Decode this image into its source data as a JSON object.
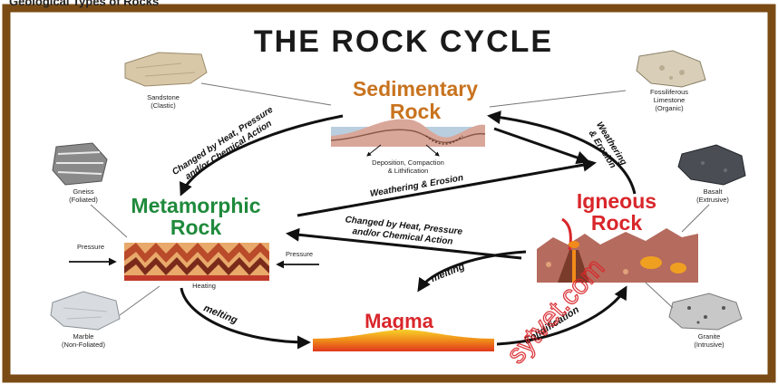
{
  "header_partial": "Geological Types of Rocks",
  "title": "THE ROCK CYCLE",
  "nodes": {
    "sedimentary": {
      "line1": "Sedimentary",
      "line2": "Rock",
      "color": "#c8731e"
    },
    "metamorphic": {
      "line1": "Metamorphic",
      "line2": "Rock",
      "color": "#1f8a3c"
    },
    "igneous": {
      "line1": "Igneous",
      "line2": "Rock",
      "color": "#d9262b"
    },
    "magma": {
      "label": "Magma",
      "color": "#d9262b"
    }
  },
  "processes": {
    "sed_caption_1": "Deposition, Compaction",
    "sed_caption_2": "& Lithification",
    "to_meta_1": "Changed by Heat, Pressure",
    "to_meta_2": "and/or Chemical Action",
    "weathering_1": "Weathering",
    "weathering_2": "& Erosion",
    "weathering_center": "Weathering & Erosion",
    "changed_center_1": "Changed by Heat, Pressure",
    "changed_center_2": "and/or Chemical Action",
    "melting_left": "melting",
    "melting_right": "melting",
    "solidification": "Solidification",
    "pressure": "Pressure",
    "heating": "Heating"
  },
  "specimens": {
    "sandstone": {
      "name": "Sandstone",
      "type": "(Clastic)"
    },
    "fossiliferous": {
      "name": "Fossiliferous",
      "line2": "Limestone",
      "type": "(Organic)"
    },
    "gneiss": {
      "name": "Gneiss",
      "type": "(Foliated)"
    },
    "basalt": {
      "name": "Basalt",
      "type": "(Extrusive)"
    },
    "marble": {
      "name": "Marble",
      "type": "(Non-Foliated)"
    },
    "granite": {
      "name": "Granite",
      "type": "(Intrusive)"
    }
  },
  "watermark": "sytvet.com",
  "colors": {
    "frame": "#7a4b14",
    "arrow": "#111111"
  }
}
